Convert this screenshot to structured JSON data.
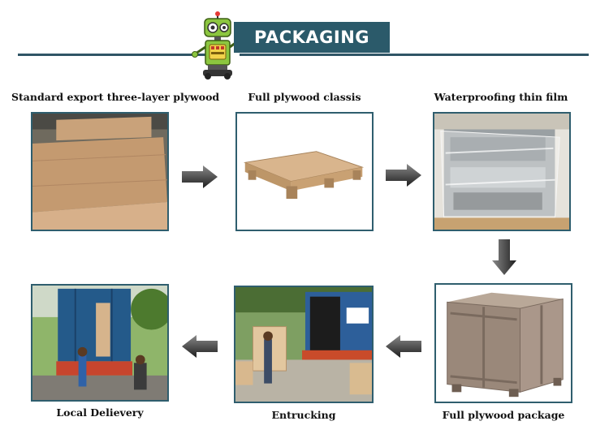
{
  "header": {
    "title": "PACKAGING"
  },
  "steps": [
    {
      "label": "Standard export three-layer plywood"
    },
    {
      "label": "Full plywood classis"
    },
    {
      "label": "Waterproofing thin film"
    },
    {
      "label": "Full plywood package"
    },
    {
      "label": "Entrucking"
    },
    {
      "label": "Local Delievery"
    }
  ],
  "colors": {
    "banner": "#2b5a6a",
    "frame": "#2f5e6e",
    "mascot": "#8cc63f"
  }
}
